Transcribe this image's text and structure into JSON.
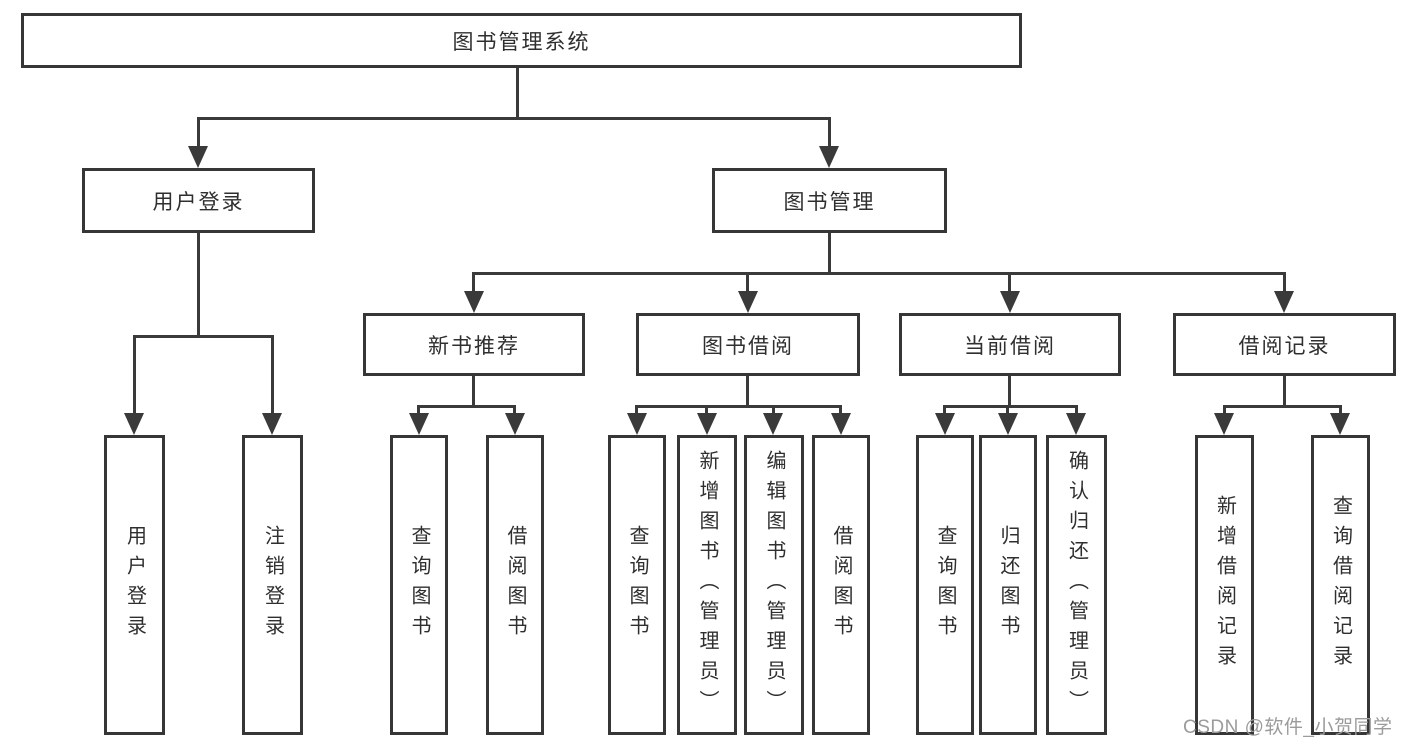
{
  "diagram": {
    "type": "hierarchy-tree",
    "tree": {
      "root": {
        "label": "图书管理系统"
      },
      "branches": [
        {
          "label": "用户登录",
          "children": [
            {
              "label": "用户登录"
            },
            {
              "label": "注销登录"
            }
          ]
        },
        {
          "label": "图书管理",
          "children": [
            {
              "label": "新书推荐",
              "children": [
                {
                  "label": "查询图书"
                },
                {
                  "label": "借阅图书"
                }
              ]
            },
            {
              "label": "图书借阅",
              "children": [
                {
                  "label": "查询图书"
                },
                {
                  "label": "新增图书（管理员）"
                },
                {
                  "label": "编辑图书（管理员）"
                },
                {
                  "label": "借阅图书"
                }
              ]
            },
            {
              "label": "当前借阅",
              "children": [
                {
                  "label": "查询图书"
                },
                {
                  "label": "归还图书"
                },
                {
                  "label": "确认归还（管理员）"
                }
              ]
            },
            {
              "label": "借阅记录",
              "children": [
                {
                  "label": "新增借阅记录"
                },
                {
                  "label": "查询借阅记录"
                }
              ]
            }
          ]
        }
      ]
    },
    "colors": {
      "line": "#3a3a3a",
      "box_border": "#363636",
      "text": "#2f2f2f",
      "watermark": "#9b9b9b",
      "background": "#ffffff"
    },
    "watermark": "CSDN @软件_小贺同学"
  }
}
